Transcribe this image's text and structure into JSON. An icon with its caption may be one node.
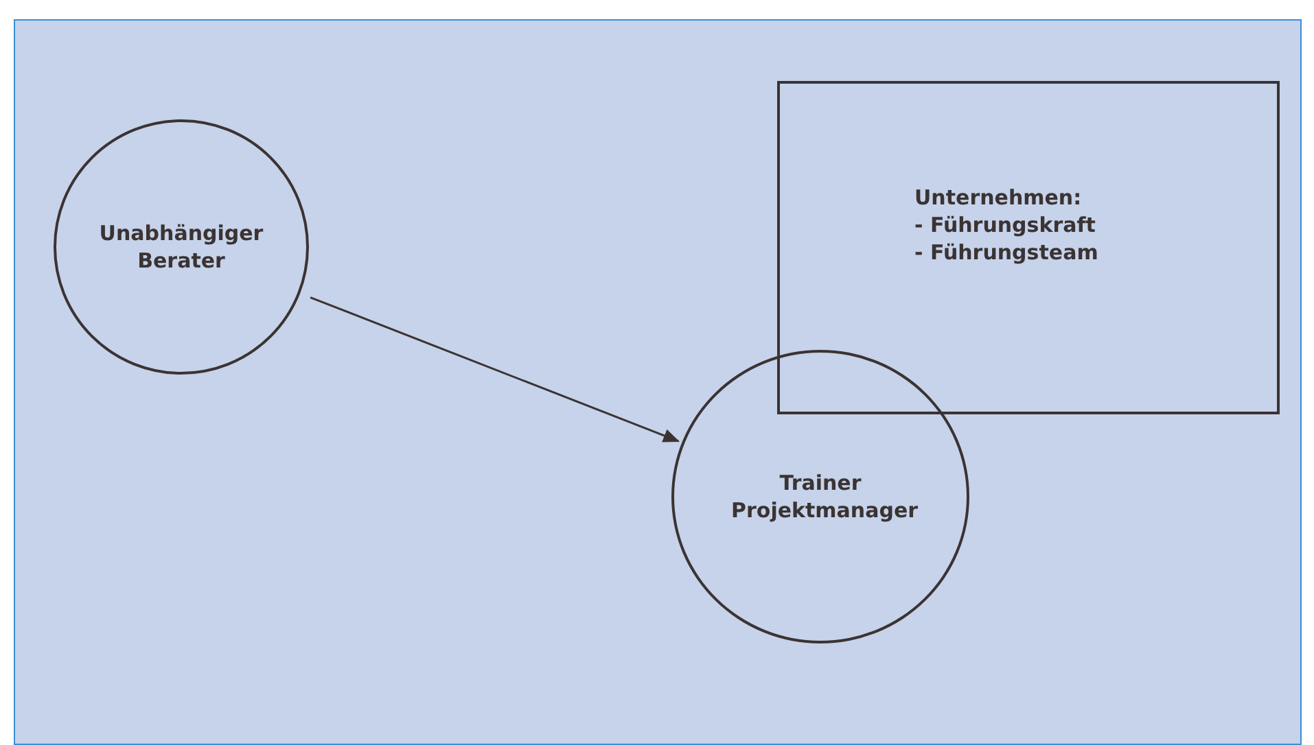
{
  "diagram": {
    "nodes": [
      {
        "text": [
          "Unabhängiger Berater"
        ]
      },
      {
        "text": [
          "Unternehmen:",
          "- Führungskraft",
          "- Führungsteam"
        ]
      },
      {
        "text": [
          "Trainer Projektmanager"
        ]
      }
    ],
    "edges": [
      {
        "from": 0,
        "to": 2,
        "arrow": "to"
      }
    ]
  }
}
